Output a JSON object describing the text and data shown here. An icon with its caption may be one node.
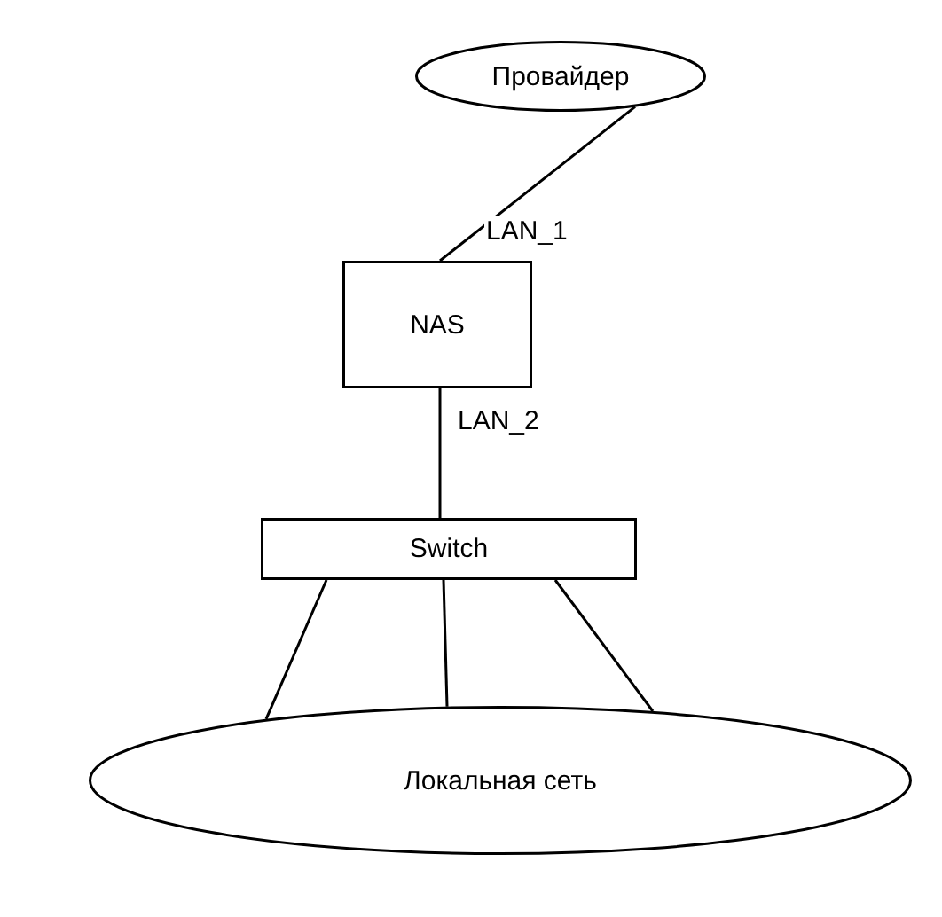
{
  "diagram": {
    "nodes": [
      {
        "text": [
          "Провайдер"
        ]
      },
      {
        "text": [
          "NAS"
        ]
      },
      {
        "text": [
          "Switch"
        ]
      },
      {
        "text": [
          "Локальная сеть"
        ]
      }
    ],
    "edges": [
      {
        "from": 0,
        "to": 1,
        "arrow": "none",
        "label": "LAN_1"
      },
      {
        "from": 1,
        "to": 2,
        "arrow": "none",
        "label": "LAN_2"
      },
      {
        "from": 2,
        "to": 3,
        "arrow": "none"
      },
      {
        "from": 2,
        "to": 3,
        "arrow": "none"
      },
      {
        "from": 2,
        "to": 3,
        "arrow": "none"
      }
    ]
  }
}
